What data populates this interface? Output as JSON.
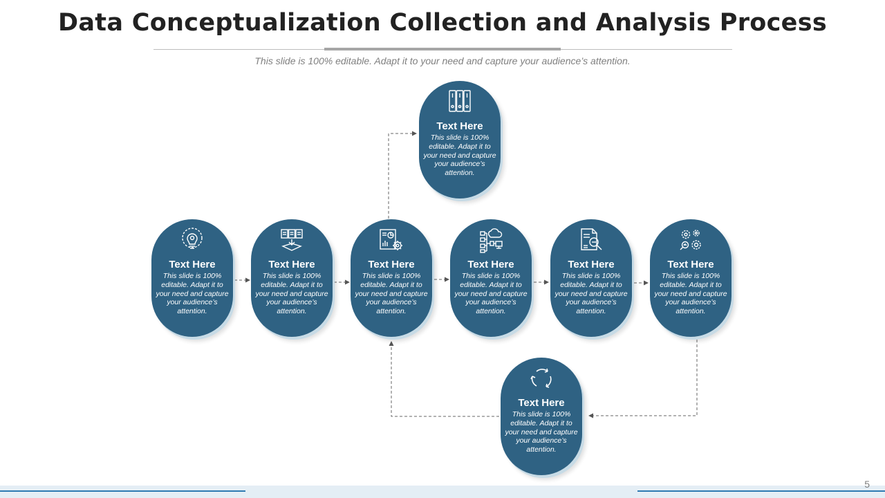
{
  "title": "Data Conceptualization Collection and Analysis Process",
  "subtitle": "This slide is 100% editable. Adapt it to your need and capture your audience’s attention.",
  "page_number": "5",
  "colors": {
    "node_fill": "#2f6283",
    "node_shadow": "#c7dbe6",
    "connector": "#666666",
    "footer_accent": "#2f7ab2"
  },
  "nodes": [
    {
      "icon": "lightbulb-gear-icon",
      "title": "Text Here",
      "text": "This slide is 100% editable. Adapt it to your need and capture your audience’s attention."
    },
    {
      "icon": "documents-stack-icon",
      "title": "Text Here",
      "text": "This slide is 100% editable. Adapt it to your need and capture your audience’s attention."
    },
    {
      "icon": "report-chart-gear-icon",
      "title": "Text Here",
      "text": "This slide is 100% editable. Adapt it to your need and capture your audience’s attention."
    },
    {
      "icon": "cloud-network-icon",
      "title": "Text Here",
      "text": "This slide is 100% editable. Adapt it to your need and capture your audience’s attention."
    },
    {
      "icon": "document-search-icon",
      "title": "Text Here",
      "text": "This slide is 100% editable. Adapt it to your need and capture your audience’s attention."
    },
    {
      "icon": "gears-analysis-icon",
      "title": "Text Here",
      "text": "This slide is 100% editable. Adapt it to your need and capture your audience’s attention."
    },
    {
      "icon": "binders-icon",
      "title": "Text Here",
      "text": "This slide is 100% editable. Adapt it to your need and capture your audience’s attention."
    },
    {
      "icon": "cycle-arrows-icon",
      "title": "Text Here",
      "text": "This slide is 100% editable. Adapt it to your need and capture your audience’s attention."
    }
  ]
}
